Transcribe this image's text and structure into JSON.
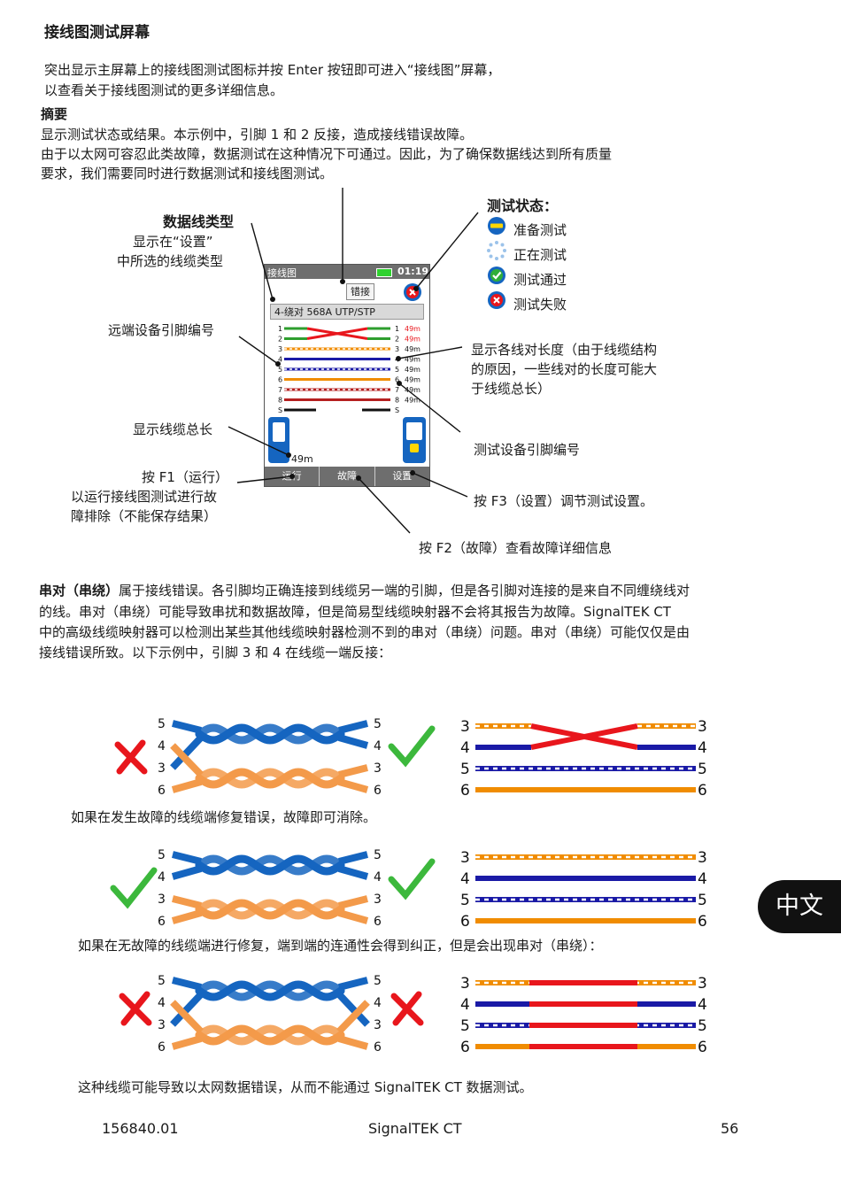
{
  "heading": "接线图测试屏幕",
  "intro": [
    "突出显示主屏幕上的接线图测试图标并按 Enter 按钮即可进入“接线图”屏幕，",
    "以查看关于接线图测试的更多详细信息。"
  ],
  "summary_title": "摘要",
  "summary": [
    "显示测试状态或结果。本示例中，引脚 1 和 2 反接，造成接线错误故障。",
    "由于以太网可容忍此类故障，数据测试在这种情况下可通过。因此，为了确保数据线达到所有质量",
    "要求，我们需要同时进行数据测试和接线图测试。"
  ],
  "annotations": {
    "cable_type_title": "数据线类型",
    "cable_type_desc": [
      "显示在“设置”",
      "中所选的线缆类型"
    ],
    "remote_pins": "远端设备引脚编号",
    "total_length": "显示线缆总长",
    "f1": [
      "按 F1（运行）",
      "以运行接线图测试进行故",
      "障排除（不能保存结果）"
    ],
    "status_title": "测试状态：",
    "status_items": [
      "准备测试",
      "正在测试",
      "测试通过",
      "测试失败"
    ],
    "pair_length": [
      "显示各线对长度（由于线缆结构",
      "的原因，一些线对的长度可能大",
      "于线缆总长）"
    ],
    "tester_pins": "测试设备引脚编号",
    "f3": "按 F3（设置）调节测试设置。",
    "f2": "按 F2（故障）查看故障详细信息"
  },
  "device": {
    "title": "接线图",
    "time": "01:19",
    "result": "错接",
    "cable": "4-绕对 568A UTP/STP",
    "rows": [
      {
        "left": "1",
        "right": "1",
        "len": "49m"
      },
      {
        "left": "2",
        "right": "2",
        "len": "49m"
      },
      {
        "left": "3",
        "right": "3",
        "len": "49m"
      },
      {
        "left": "4",
        "right": "4",
        "len": "49m"
      },
      {
        "left": "5",
        "right": "5",
        "len": "49m"
      },
      {
        "left": "6",
        "right": "6",
        "len": "49m"
      },
      {
        "left": "7",
        "right": "7",
        "len": "49m"
      },
      {
        "left": "8",
        "right": "8",
        "len": "49m"
      },
      {
        "left": "S",
        "right": "S",
        "len": ""
      }
    ],
    "total": "49m",
    "buttons": [
      "运行",
      "故障",
      "设置"
    ]
  },
  "split_pair_para": {
    "lead": "串对（串绕）",
    "line1_rest": "属于接线错误。各引脚均正确连接到线缆另一端的引脚，但是各引脚对连接的是来自不同缠绕线对",
    "lines": [
      "的线。串对（串绕）可能导致串扰和数据故障，但是简易型线缆映射器不会将其报告为故障。SignalTEK CT",
      "中的高级线缆映射器可以检测出某些其他线缆映射器检测不到的串对（串绕）问题。串对（串绕）可能仅仅是由",
      "接线错误所致。以下示例中，引脚 3 和 4 在线缆一端反接："
    ]
  },
  "diagram_pins": {
    "left_col": [
      "5",
      "4",
      "3",
      "6"
    ],
    "right_col": [
      "5",
      "4",
      "3",
      "6"
    ],
    "wm_fixed_left": [
      "3",
      "4",
      "5",
      "6"
    ],
    "wm_fixed_right": [
      "3",
      "4",
      "5",
      "6"
    ]
  },
  "captions": [
    "如果在发生故障的线缆端修复错误，故障即可消除。",
    "如果在无故障的线缆端进行修复，端到端的连通性会得到纠正，但是会出现串对（串绕）：",
    "这种线缆可能导致以太网数据错误，从而不能通过 SignalTEK CT 数据测试。"
  ],
  "footer": {
    "left": "156840.01",
    "center": "SignalTEK CT",
    "right": "56"
  },
  "lang_tab": "中文",
  "colors": {
    "blue": "#1565c0",
    "orange": "#f39a4a",
    "red": "#e8161c",
    "green": "#3cb83c",
    "wm_orange": "#f08c00",
    "wm_blue": "#1a1aa6"
  }
}
